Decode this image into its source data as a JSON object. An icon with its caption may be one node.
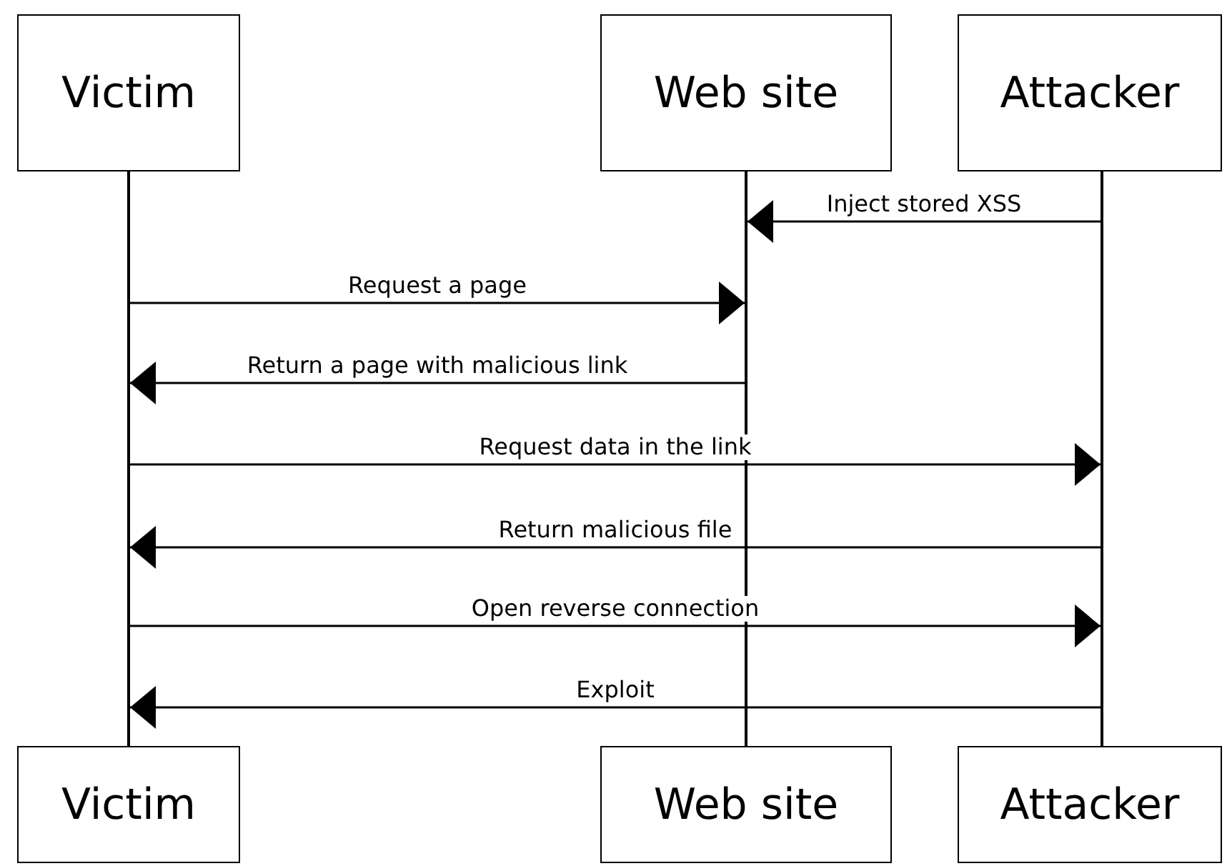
{
  "diagram": {
    "nodes": [
      {
        "text": [
          "Victim"
        ]
      },
      {
        "text": [
          "Web site"
        ]
      },
      {
        "text": [
          "Attacker"
        ]
      },
      {
        "text": [],
        "shape": "line"
      },
      {
        "text": [],
        "shape": "line"
      },
      {
        "text": [],
        "shape": "line"
      },
      {
        "text": [
          "Victim"
        ]
      },
      {
        "text": [
          "Web site"
        ]
      },
      {
        "text": [
          "Attacker"
        ]
      }
    ],
    "edges": [
      {
        "from": 5,
        "to": 4,
        "arrow": "to",
        "label": "Inject stored XSS"
      },
      {
        "from": 3,
        "to": 4,
        "arrow": "to",
        "label": "Request a page"
      },
      {
        "from": 4,
        "to": 3,
        "arrow": "to",
        "label": "Return a page with malicious link"
      },
      {
        "from": 3,
        "to": 5,
        "arrow": "to",
        "label": "Request data in the link"
      },
      {
        "from": 5,
        "to": 3,
        "arrow": "to",
        "label": "Return malicious file"
      },
      {
        "from": 3,
        "to": 5,
        "arrow": "to",
        "label": "Open reverse connection"
      },
      {
        "from": 5,
        "to": 3,
        "arrow": "to",
        "label": "Exploit"
      }
    ]
  }
}
